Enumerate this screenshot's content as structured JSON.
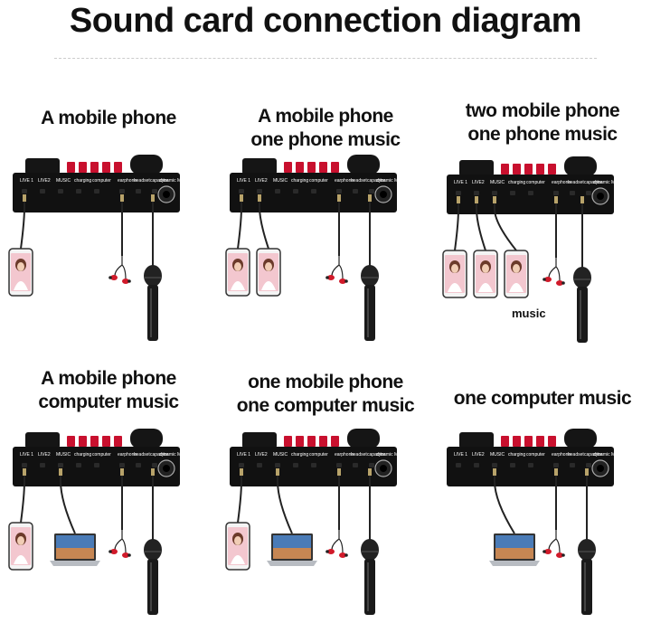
{
  "title": "Sound card connection diagram",
  "device_ports": [
    "LIVE 1",
    "LIVE2",
    "MUSIC",
    "charging",
    "computer",
    "earphone",
    "headset",
    "capacitor",
    "dynamic MIC"
  ],
  "panels": [
    {
      "line1": "A mobile phone",
      "line2": "",
      "phones": 1,
      "laptop": false,
      "music_label": ""
    },
    {
      "line1": "A mobile phone",
      "line2": "one  phone music",
      "phones": 2,
      "laptop": false,
      "music_label": ""
    },
    {
      "line1": "two mobile phone",
      "line2": "one  phone music",
      "phones": 3,
      "laptop": false,
      "music_label": "music"
    },
    {
      "line1": "A mobile phone",
      "line2": "computer music",
      "phones": 1,
      "laptop": true,
      "music_label": ""
    },
    {
      "line1": "one mobile phone",
      "line2": "one  computer music",
      "phones": 1,
      "laptop": true,
      "music_label": ""
    },
    {
      "line1": "one  computer music",
      "line2": "",
      "phones": 0,
      "laptop": true,
      "music_label": ""
    }
  ],
  "colors": {
    "device": "#111111",
    "knob_red": "#c8102e",
    "earphone_red": "#d11a2a",
    "cable": "#222222",
    "laptop_silver": "#b8bcc2"
  }
}
